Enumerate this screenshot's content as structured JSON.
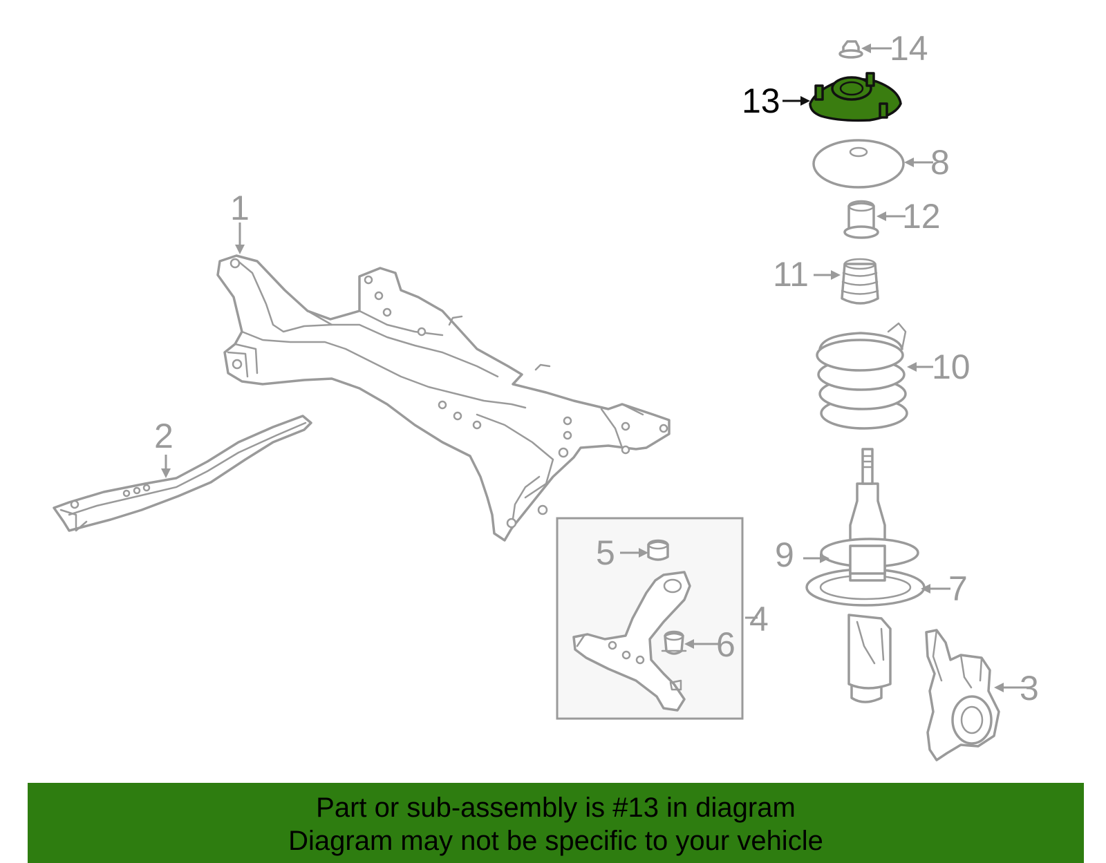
{
  "callouts": {
    "c1": "1",
    "c2": "2",
    "c3": "3",
    "c4": "4",
    "c5": "5",
    "c6": "6",
    "c7": "7",
    "c8": "8",
    "c9": "9",
    "c10": "10",
    "c11": "11",
    "c12": "12",
    "c13": "13",
    "c14": "14"
  },
  "highlighted_part": "13",
  "colors": {
    "highlight_fill": "#3a7d10",
    "banner_background": "#2e7d10",
    "part_line": "#9a9a9a"
  },
  "banner": {
    "line1": "Part or sub-assembly is #13 in diagram",
    "line2": "Diagram may not be specific to your vehicle"
  }
}
